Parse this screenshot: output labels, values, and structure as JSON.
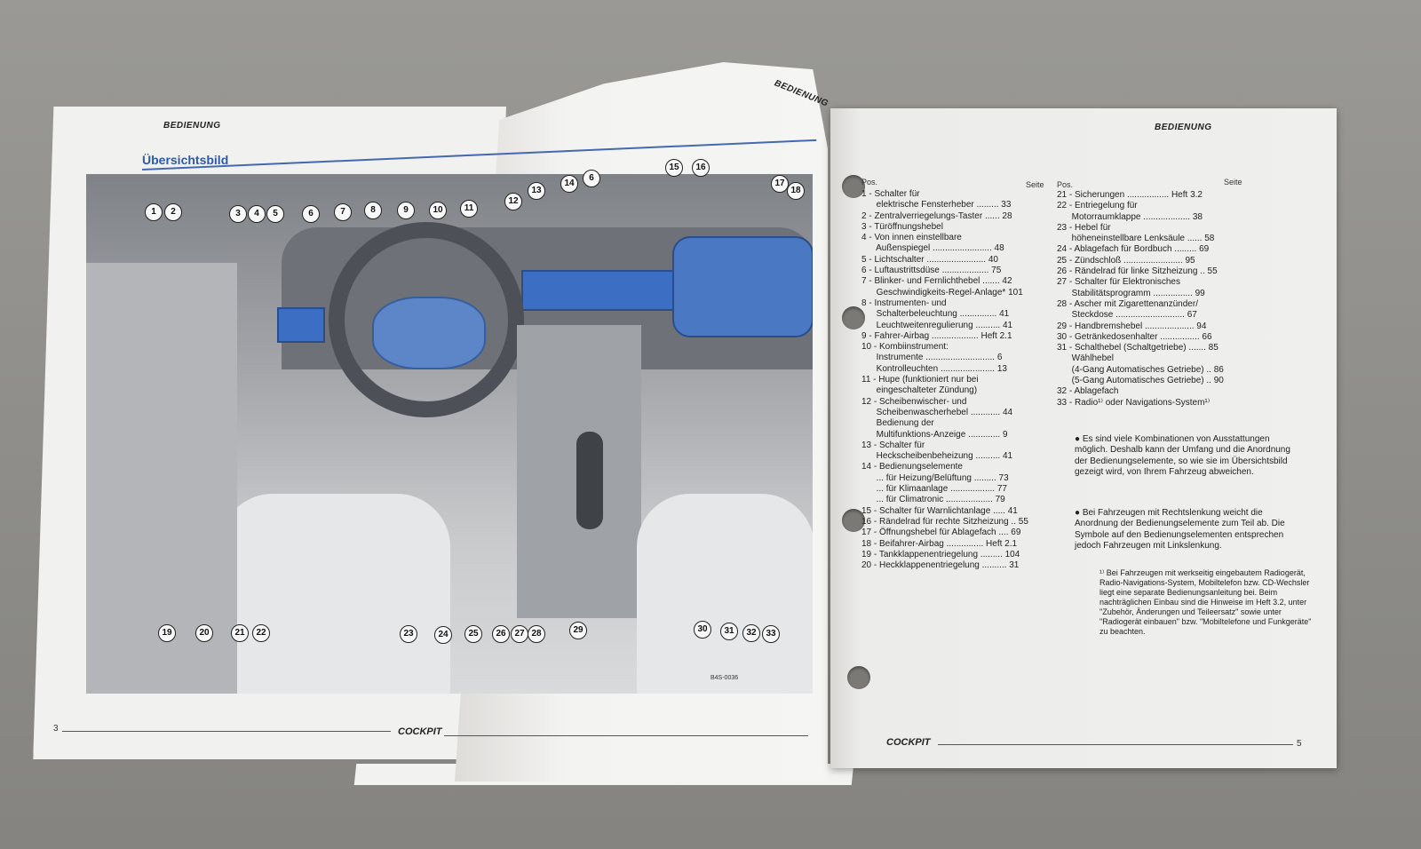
{
  "left_page": {
    "header": "BEDIENUNG",
    "title": "Übersichtsbild",
    "page_number": "3",
    "footer_label": "COCKPIT",
    "image_code": "B4S-0036"
  },
  "right_page": {
    "header": "BEDIENUNG",
    "page_number": "5",
    "footer_label": "COCKPIT",
    "col_head_pos": "Pos.",
    "col_head_seite": "Seite",
    "left_column": [
      "1 - Schalter für\n      elektrische Fensterheber ......... 33",
      "2 - Zentralverriegelungs-Taster ...... 28",
      "3 - Türöffnungshebel",
      "4 - Von innen einstellbare\n      Außenspiegel ........................ 48",
      "5 - Lichtschalter ........................ 40",
      "6 - Luftaustrittsdüse ................... 75",
      "7 - Blinker- und Fernlichthebel ....... 42\n      Geschwindigkeits-Regel-Anlage* 101",
      "8 - Instrumenten- und\n      Schalterbeleuchtung ............... 41\n      Leuchtweitenregulierung .......... 41",
      "9 - Fahrer-Airbag ................... Heft 2.1",
      "10 - Kombiinstrument:\n      Instrumente ............................ 6\n      Kontrolleuchten ...................... 13",
      "11 - Hupe (funktioniert nur bei\n      eingeschalteter Zündung)",
      "12 - Scheibenwischer- und\n      Scheibenwascherhebel ............ 44\n      Bedienung der\n      Multifunktions-Anzeige ............. 9",
      "13 - Schalter für\n      Heckscheibenbeheizung .......... 41",
      "14 - Bedienungselemente\n      ... für Heizung/Belüftung ......... 73\n      ... für Klimaanlage .................. 77\n      ... für Climatronic ................... 79",
      "15 - Schalter für Warnlichtanlage ..... 41",
      "16 - Rändelrad für rechte Sitzheizung .. 55",
      "17 - Öffnungshebel für Ablagefach .... 69",
      "18 - Beifahrer-Airbag ............... Heft 2.1",
      "19 - Tankklappenentriegelung ......... 104",
      "20 - Heckklappenentriegelung .......... 31"
    ],
    "right_column": [
      "21 - Sicherungen ................. Heft 3.2",
      "22 - Entriegelung für\n      Motorraumklappe ................... 38",
      "23 - Hebel für\n      höheneinstellbare Lenksäule ...... 58",
      "24 - Ablagefach für Bordbuch ......... 69",
      "25 - Zündschloß ........................ 95",
      "26 - Rändelrad für linke Sitzheizung .. 55",
      "27 - Schalter für Elektronisches\n      Stabilitätsprogramm ................ 99",
      "28 - Ascher mit Zigarettenanzünder/\n      Steckdose ............................ 67",
      "29 - Handbremshebel .................... 94",
      "30 - Getränkedosenhalter ................ 66",
      "31 - Schalthebel (Schaltgetriebe) ....... 85\n      Wählhebel\n      (4-Gang Automatisches Getriebe) .. 86\n      (5-Gang Automatisches Getriebe) .. 90",
      "32 - Ablagefach",
      "33 - Radio¹⁾ oder Navigations-System¹⁾"
    ],
    "note_1": "● Es sind viele Kombinationen von Ausstattungen möglich. Deshalb kann der Umfang und die Anordnung der Bedienungselemente, so wie sie im Übersichtsbild gezeigt wird, von Ihrem Fahrzeug abweichen.",
    "note_2": "● Bei Fahrzeugen mit Rechtslenkung weicht die Anordnung der Bedienungselemente zum Teil ab. Die Symbole auf den Bedienungselementen entsprechen jedoch Fahrzeugen mit Linkslenkung.",
    "footnote": "¹⁾ Bei Fahrzeugen mit werkseitig eingebautem Radiogerät, Radio-Navigations-System, Mobiltelefon bzw. CD-Wechsler liegt eine separate Bedienungsanleitung bei. Beim nachträglichen Einbau sind die Hinweise im Heft 3.2, unter \"Zubehör, Änderungen und Teileersatz\" sowie unter \"Radiogerät einbauen\" bzw. \"Mobiltelefone und Funkgeräte\" zu beachten."
  },
  "mid_page": {
    "header": "BEDIENUNG"
  },
  "callouts": [
    "1",
    "2",
    "3",
    "4",
    "5",
    "6",
    "7",
    "8",
    "9",
    "10",
    "11",
    "12",
    "13",
    "14",
    "6",
    "15",
    "16",
    "17",
    "18",
    "19",
    "20",
    "21",
    "22",
    "23",
    "24",
    "25",
    "26",
    "27",
    "28",
    "29",
    "30",
    "31",
    "32",
    "33"
  ]
}
